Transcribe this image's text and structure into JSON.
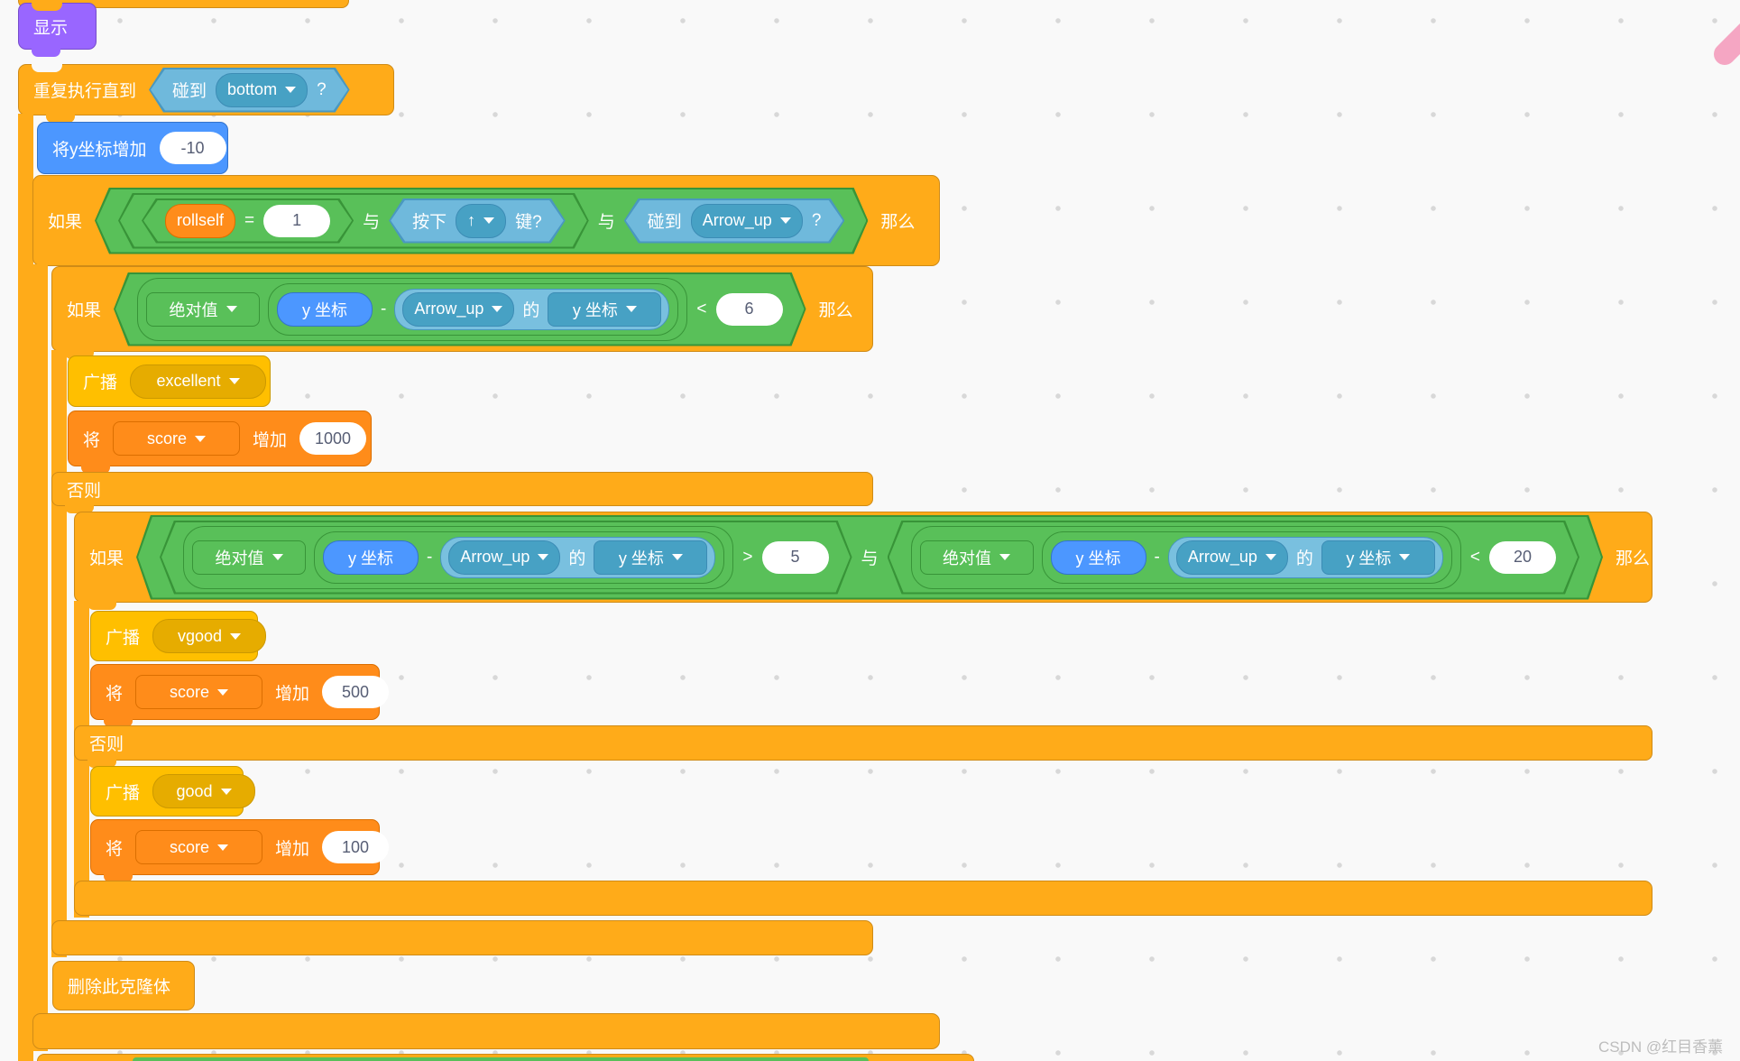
{
  "watermark": "CSDN @红目香薰",
  "words": {
    "if": "如果",
    "then": "那么",
    "else": "否则",
    "and": "与"
  },
  "blocks": {
    "show": {
      "label": "显示"
    },
    "repeat_until": {
      "label": "重复执行直到"
    },
    "touch_bottom": {
      "label": "碰到",
      "target": "bottom",
      "q": "?"
    },
    "change_y": {
      "label": "将y坐标增加",
      "value": "-10"
    },
    "cond1": {
      "var": "rollself",
      "op": "=",
      "value": "1",
      "key_prefix": "按下",
      "key": "↑",
      "key_suffix": "键?",
      "touch_label": "碰到",
      "touch_target": "Arrow_up",
      "q": "?"
    },
    "abs_expr": {
      "abs": "绝对值",
      "y": "y 坐标",
      "minus": "-",
      "target": "Arrow_up",
      "of": "的",
      "prop": "y 坐标"
    },
    "cond2": {
      "op": "<",
      "value": "6"
    },
    "cond3a": {
      "op": ">",
      "value": "5"
    },
    "cond3b": {
      "op": "<",
      "value": "20"
    },
    "broadcast": {
      "label": "广播",
      "excellent": "excellent",
      "vgood": "vgood",
      "good": "good"
    },
    "change_score": {
      "prefix": "将",
      "var": "score",
      "suffix": "增加",
      "v1000": "1000",
      "v500": "500",
      "v100": "100"
    },
    "delete_clone": {
      "label": "删除此克隆体"
    }
  }
}
